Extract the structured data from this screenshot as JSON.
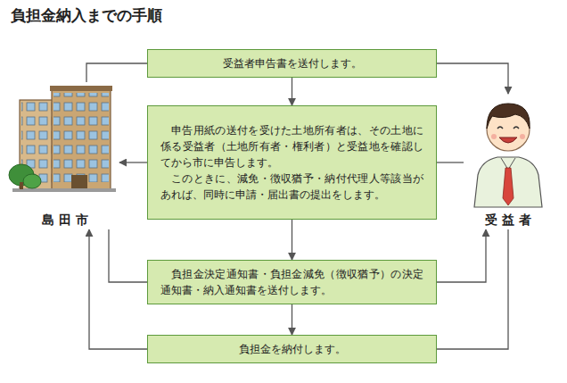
{
  "diagram": {
    "title": "負担金納入までの手順",
    "nodes": [
      {
        "text": [
          "受益者申告書を送付します。"
        ]
      },
      {
        "text": [
          "申告用紙の送付を受けた土地所有者は、その土地に係る受益者（土地所有者・権利者）と受益地を確認してから市に申告します。",
          "このときに、減免・徴収猶予・納付代理人等該当があれば、同時に申請・届出書の提出をします。"
        ]
      },
      {
        "text": [
          "負担金決定通知書・負担金減免（徴収猶予）の決定通知書・納入通知書を送付します。"
        ]
      },
      {
        "text": [
          "負担金を納付します。"
        ]
      },
      {
        "text": [
          "島田市"
        ]
      },
      {
        "text": [
          "受益者"
        ]
      }
    ],
    "edges": [
      {
        "from": 4,
        "to": 0,
        "arrow": "none"
      },
      {
        "from": 0,
        "to": 5,
        "arrow": "to"
      },
      {
        "from": 0,
        "to": 1,
        "arrow": "to"
      },
      {
        "from": 5,
        "to": 1,
        "arrow": "none"
      },
      {
        "from": 1,
        "to": 4,
        "arrow": "to"
      },
      {
        "from": 1,
        "to": 2,
        "arrow": "to"
      },
      {
        "from": 4,
        "to": 2,
        "arrow": "none"
      },
      {
        "from": 2,
        "to": 5,
        "arrow": "to"
      },
      {
        "from": 2,
        "to": 3,
        "arrow": "to"
      },
      {
        "from": 5,
        "to": 3,
        "arrow": "none"
      },
      {
        "from": 3,
        "to": 4,
        "arrow": "to"
      }
    ]
  }
}
